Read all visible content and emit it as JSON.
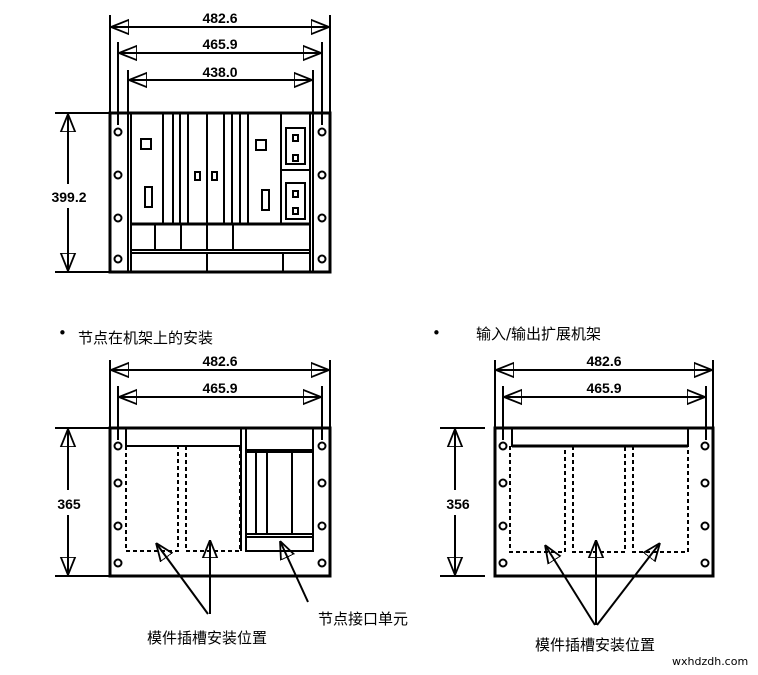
{
  "top_rack": {
    "width_outer": "482.6",
    "width_mid": "465.9",
    "width_inner": "438.0",
    "height": "399.2"
  },
  "node_rack": {
    "caption": "节点在机架上的安装",
    "width_outer": "482.6",
    "width_mid": "465.9",
    "height": "365",
    "label_slots": "模件插槽安装位置",
    "label_node": "节点接口单元"
  },
  "io_rack": {
    "caption": "输入/输出扩展机架",
    "width_outer": "482.6",
    "width_mid": "465.9",
    "height": "356",
    "label_slots": "模件插槽安装位置"
  },
  "bullet": "•",
  "watermark": "wxhdzdh.com"
}
